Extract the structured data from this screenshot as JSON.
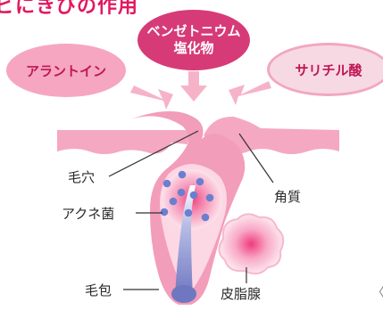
{
  "header": {
    "title": "ビにきびの作用"
  },
  "ingredients": {
    "left": "アラントイン",
    "center_line1": "ベンゼトニウム",
    "center_line2": "塩化物",
    "right": "サリチル酸"
  },
  "labels": {
    "pore": "毛穴",
    "acne_bacteria": "アクネ菌",
    "stratum_corneum": "角質",
    "hair_follicle": "毛包",
    "sebaceous_gland": "皮脂腺"
  },
  "nav": {
    "next_glyph": "〈"
  },
  "colors": {
    "title": "#e2185f",
    "skin": "#f4a5be",
    "skin_dark": "#ea8fae",
    "skin_light": "#fbd5e2",
    "bacteria": "#6b7fd0",
    "hair": "#7e86c4"
  }
}
